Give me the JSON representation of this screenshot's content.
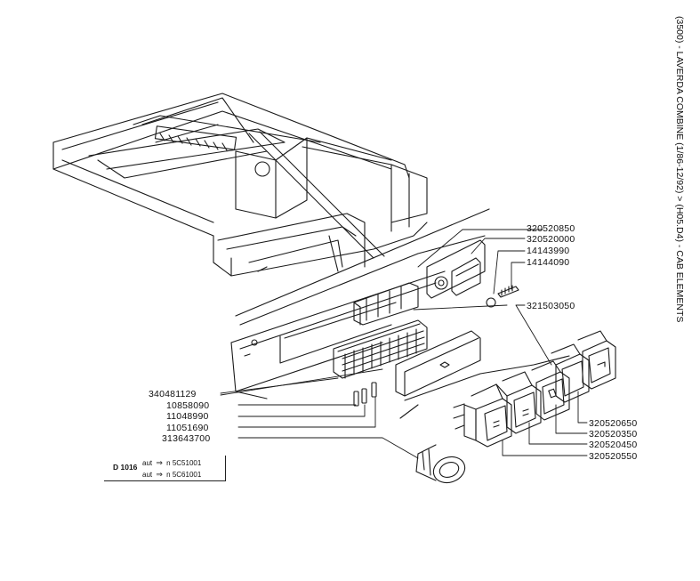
{
  "caption": "(3500) - LAVERDA COMBINE (1/86-12/92) > (H05.D4) - CAB ELEMENTS",
  "parts_right_top": [
    "320520850",
    "320520000",
    "14143990",
    "14144090"
  ],
  "part_switch_group": "321503050",
  "parts_left": [
    "340481129",
    "10858090",
    "11048990",
    "11051690",
    "313643700"
  ],
  "parts_right_bottom": [
    "320520650",
    "320520350",
    "320520450",
    "320520550"
  ],
  "reference": {
    "code": "D 1016",
    "lines": [
      {
        "word": "aut",
        "arrow": "⇒",
        "n": "n",
        "value": "5C51001"
      },
      {
        "word": "aut",
        "arrow": "⇒",
        "n": "n",
        "value": "5C61001"
      }
    ]
  },
  "colors": {
    "line": "#1a1a1a",
    "background": "#ffffff"
  }
}
